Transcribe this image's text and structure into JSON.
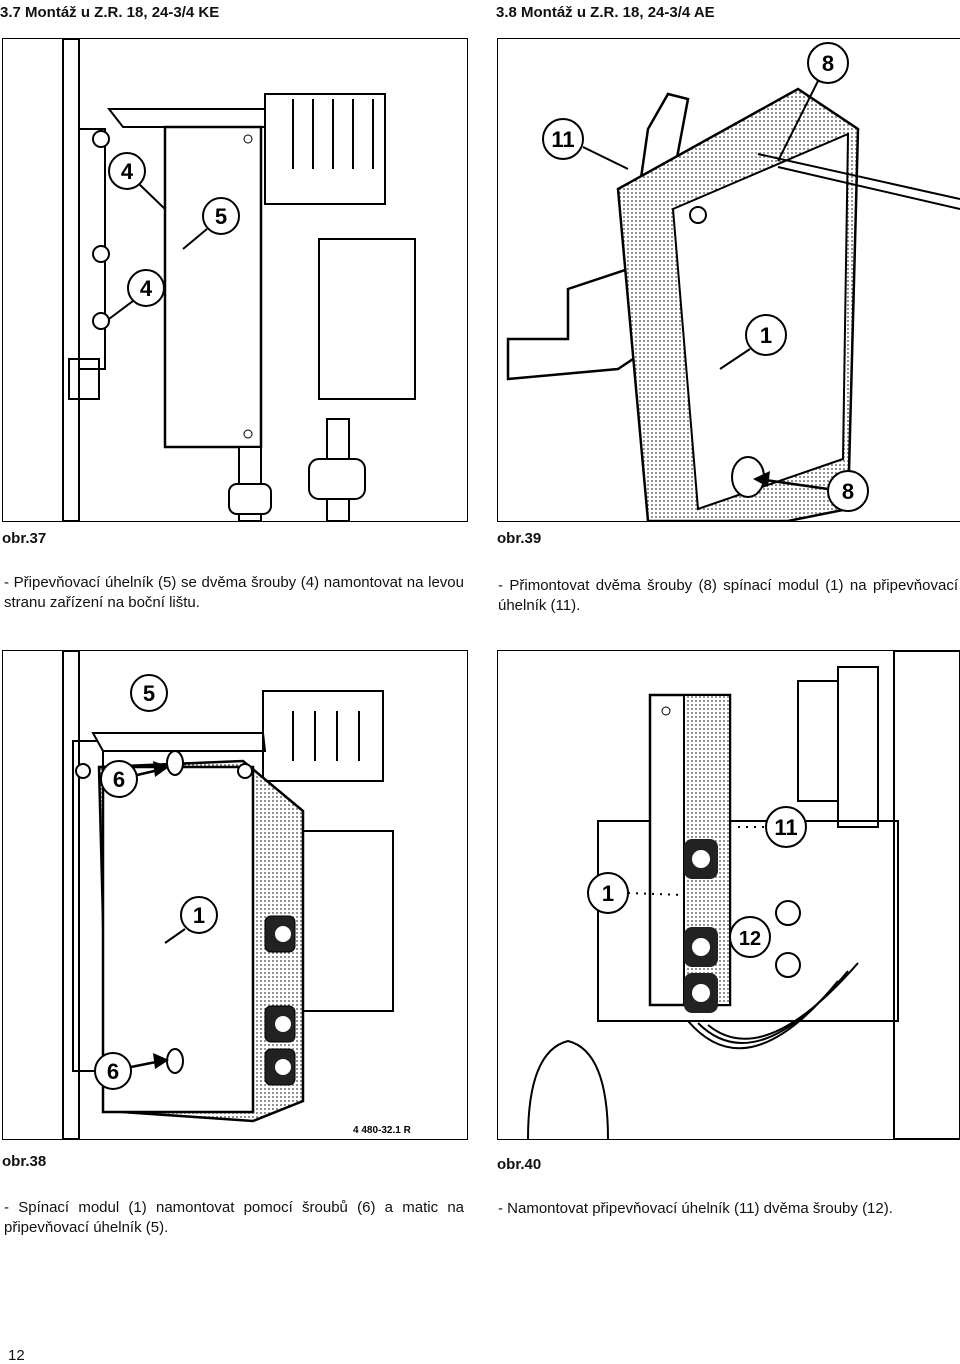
{
  "sections": {
    "left_heading": "3.7 Montáž u Z.R. 18, 24-3/4 KE",
    "right_heading": "3.8 Montáž u Z.R. 18, 24-3/4 AE"
  },
  "figures": {
    "fig37": {
      "caption": "obr.37",
      "callouts": [
        "4",
        "5",
        "4"
      ],
      "description": "- Připevňovací úhelník (5) se dvěma šrouby (4) namontovat na levou stranu zařízení na boční lištu."
    },
    "fig39": {
      "caption": "obr.39",
      "callouts": [
        "8",
        "11",
        "1",
        "8"
      ],
      "description": "- Přimontovat dvěma šrouby (8) spínací modul (1) na připevňovací úhelník (11)."
    },
    "fig38": {
      "caption": "obr.38",
      "callouts": [
        "5",
        "6",
        "1",
        "6"
      ],
      "code": "4 480-32.1 R",
      "description": "- Spínací modul (1) namontovat pomocí šroubů (6) a matic na připevňovací úhelník (5)."
    },
    "fig40": {
      "caption": "obr.40",
      "callouts": [
        "11",
        "1",
        "12"
      ],
      "description": "- Namontovat připevňovací úhelník (11) dvěma šrouby (12)."
    }
  },
  "page_number": "12"
}
